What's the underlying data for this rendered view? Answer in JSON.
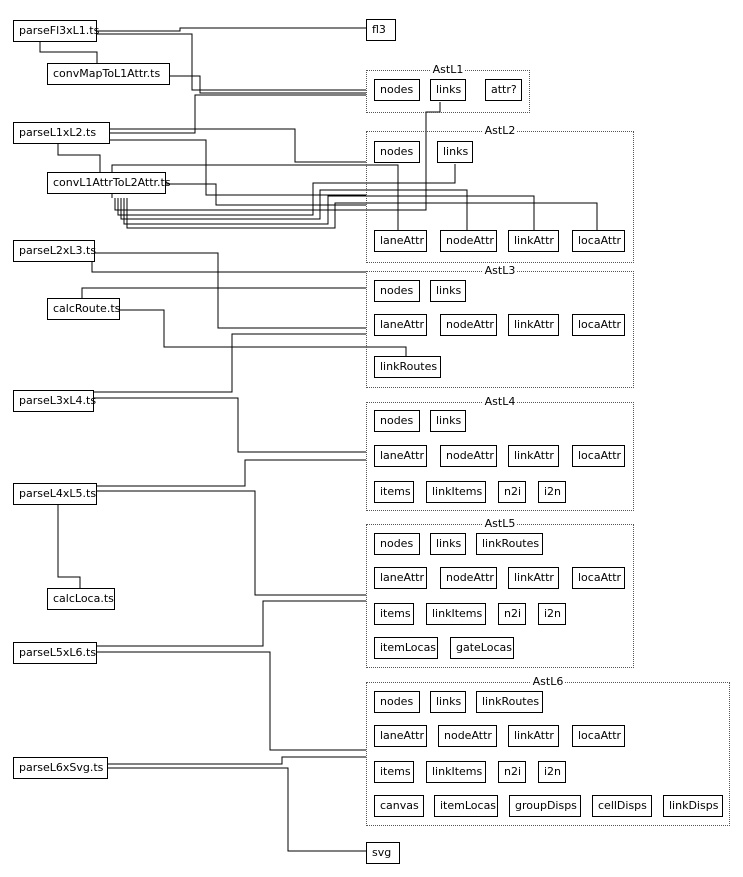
{
  "files": {
    "parse_fl3_l1": "parseFl3xL1.ts",
    "conv_map_l1_attr": "convMapToL1Attr.ts",
    "parse_l1_l2": "parseL1xL2.ts",
    "conv_l1_attr_l2_attr": "convL1AttrToL2Attr.ts",
    "parse_l2_l3": "parseL2xL3.ts",
    "calc_route": "calcRoute.ts",
    "parse_l3_l4": "parseL3xL4.ts",
    "parse_l4_l5": "parseL4xL5.ts",
    "calc_loca": "calcLoca.ts",
    "parse_l5_l6": "parseL5xL6.ts",
    "parse_l6_svg": "parseL6xSvg.ts"
  },
  "io": {
    "fl3": "fl3",
    "svg": "svg"
  },
  "ast_l1": {
    "title": "AstL1",
    "nodes": "nodes",
    "links": "links",
    "attr": "attr?"
  },
  "ast_l2": {
    "title": "AstL2",
    "nodes": "nodes",
    "links": "links",
    "lane_attr": "laneAttr",
    "node_attr": "nodeAttr",
    "link_attr": "linkAttr",
    "loca_attr": "locaAttr"
  },
  "ast_l3": {
    "title": "AstL3",
    "nodes": "nodes",
    "links": "links",
    "lane_attr": "laneAttr",
    "node_attr": "nodeAttr",
    "link_attr": "linkAttr",
    "loca_attr": "locaAttr",
    "link_routes": "linkRoutes"
  },
  "ast_l4": {
    "title": "AstL4",
    "nodes": "nodes",
    "links": "links",
    "lane_attr": "laneAttr",
    "node_attr": "nodeAttr",
    "link_attr": "linkAttr",
    "loca_attr": "locaAttr",
    "items": "items",
    "link_items": "linkItems",
    "n2i": "n2i",
    "i2n": "i2n"
  },
  "ast_l5": {
    "title": "AstL5",
    "nodes": "nodes",
    "links": "links",
    "link_routes": "linkRoutes",
    "lane_attr": "laneAttr",
    "node_attr": "nodeAttr",
    "link_attr": "linkAttr",
    "loca_attr": "locaAttr",
    "items": "items",
    "link_items": "linkItems",
    "n2i": "n2i",
    "i2n": "i2n",
    "item_locas": "itemLocas",
    "gate_locas": "gateLocas"
  },
  "ast_l6": {
    "title": "AstL6",
    "nodes": "nodes",
    "links": "links",
    "link_routes": "linkRoutes",
    "lane_attr": "laneAttr",
    "node_attr": "nodeAttr",
    "link_attr": "linkAttr",
    "loca_attr": "locaAttr",
    "items": "items",
    "link_items": "linkItems",
    "n2i": "n2i",
    "i2n": "i2n",
    "canvas": "canvas",
    "item_locas": "itemLocas",
    "group_disps": "groupDisps",
    "cell_disps": "cellDisps",
    "link_disps": "linkDisps"
  },
  "colors": {
    "line": "#000000",
    "box_border": "#000000",
    "group_border": "#555555",
    "background": "#ffffff"
  }
}
